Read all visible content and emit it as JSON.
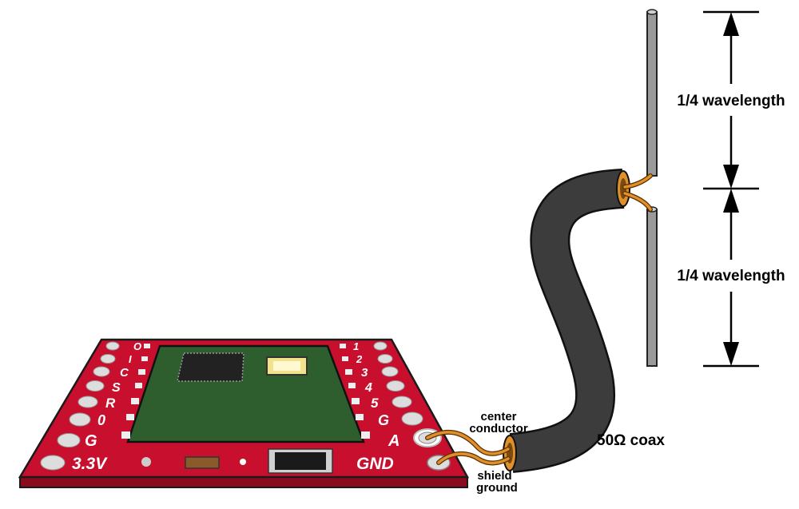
{
  "board": {
    "left_pins": [
      "O",
      "I",
      "C",
      "S",
      "R",
      "0",
      "G",
      "3.3V"
    ],
    "right_pins": [
      "1",
      "2",
      "3",
      "4",
      "5",
      "G",
      "A",
      "GND"
    ]
  },
  "labels": {
    "center_line1": "center",
    "center_line2": "conductor",
    "shield_line1": "shield",
    "shield_line2": "ground",
    "coax": "50Ω coax",
    "upper_length": "1/4 wavelength",
    "lower_length": "1/4 wavelength"
  },
  "colors": {
    "board_red": "#c8102e",
    "board_edge": "#7a0a18",
    "module_green": "#2d5a2d",
    "coax_body": "#3a3a3a",
    "wire_copper": "#e0902a",
    "rod_gray": "#9a9a9a"
  }
}
